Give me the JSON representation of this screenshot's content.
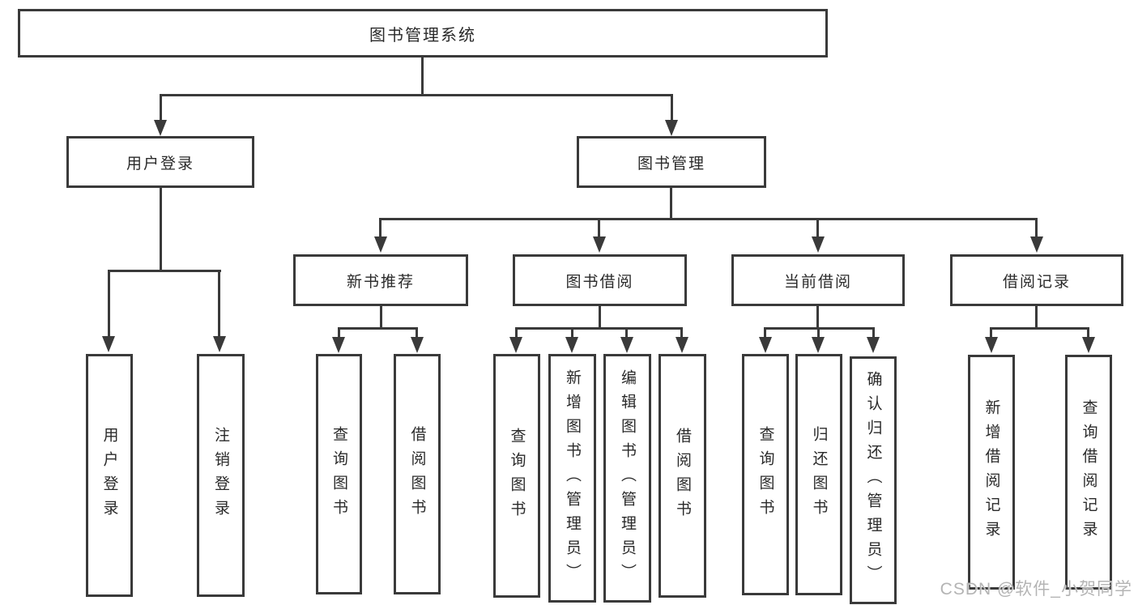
{
  "tree": {
    "root": {
      "label": "图书管理系统"
    },
    "branches": [
      {
        "label": "用户登录",
        "children": [
          {
            "label": "用户登录"
          },
          {
            "label": "注销登录"
          }
        ]
      },
      {
        "label": "图书管理",
        "children": [
          {
            "label": "新书推荐",
            "children": [
              {
                "label": "查询图书"
              },
              {
                "label": "借阅图书"
              }
            ]
          },
          {
            "label": "图书借阅",
            "children": [
              {
                "label": "查询图书"
              },
              {
                "label": "新增图书（管理员）"
              },
              {
                "label": "编辑图书（管理员）"
              },
              {
                "label": "借阅图书"
              }
            ]
          },
          {
            "label": "当前借阅",
            "children": [
              {
                "label": "查询图书"
              },
              {
                "label": "归还图书"
              },
              {
                "label": "确认归还（管理员）"
              }
            ]
          },
          {
            "label": "借阅记录",
            "children": [
              {
                "label": "新增借阅记录"
              },
              {
                "label": "查询借阅记录"
              }
            ]
          }
        ]
      }
    ]
  },
  "watermark": {
    "text": "CSDN @软件_小贺同学"
  },
  "colors": {
    "line": "#3a3a3a",
    "text": "#2a2a2a",
    "watermark": "#b4b4b4",
    "background": "#ffffff"
  }
}
